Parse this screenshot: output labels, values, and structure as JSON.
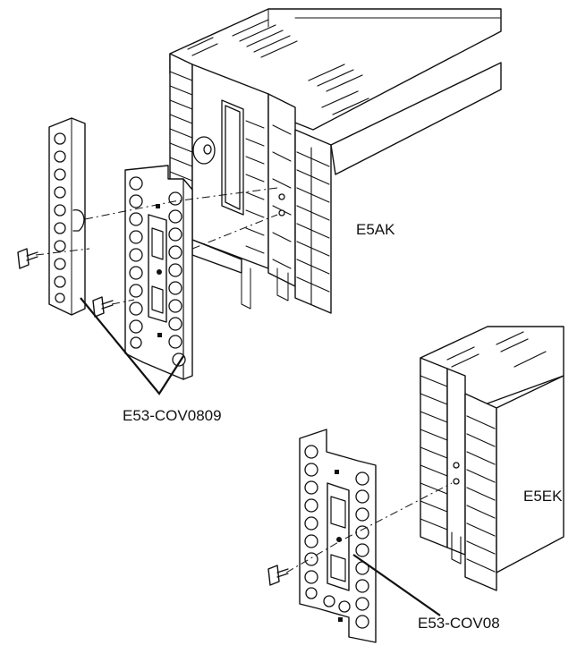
{
  "labels": {
    "e5ak": "E5AK",
    "e5ek": "E5EK",
    "cover_0809": "E53-COV0809",
    "cover_08": "E53-COV08"
  }
}
